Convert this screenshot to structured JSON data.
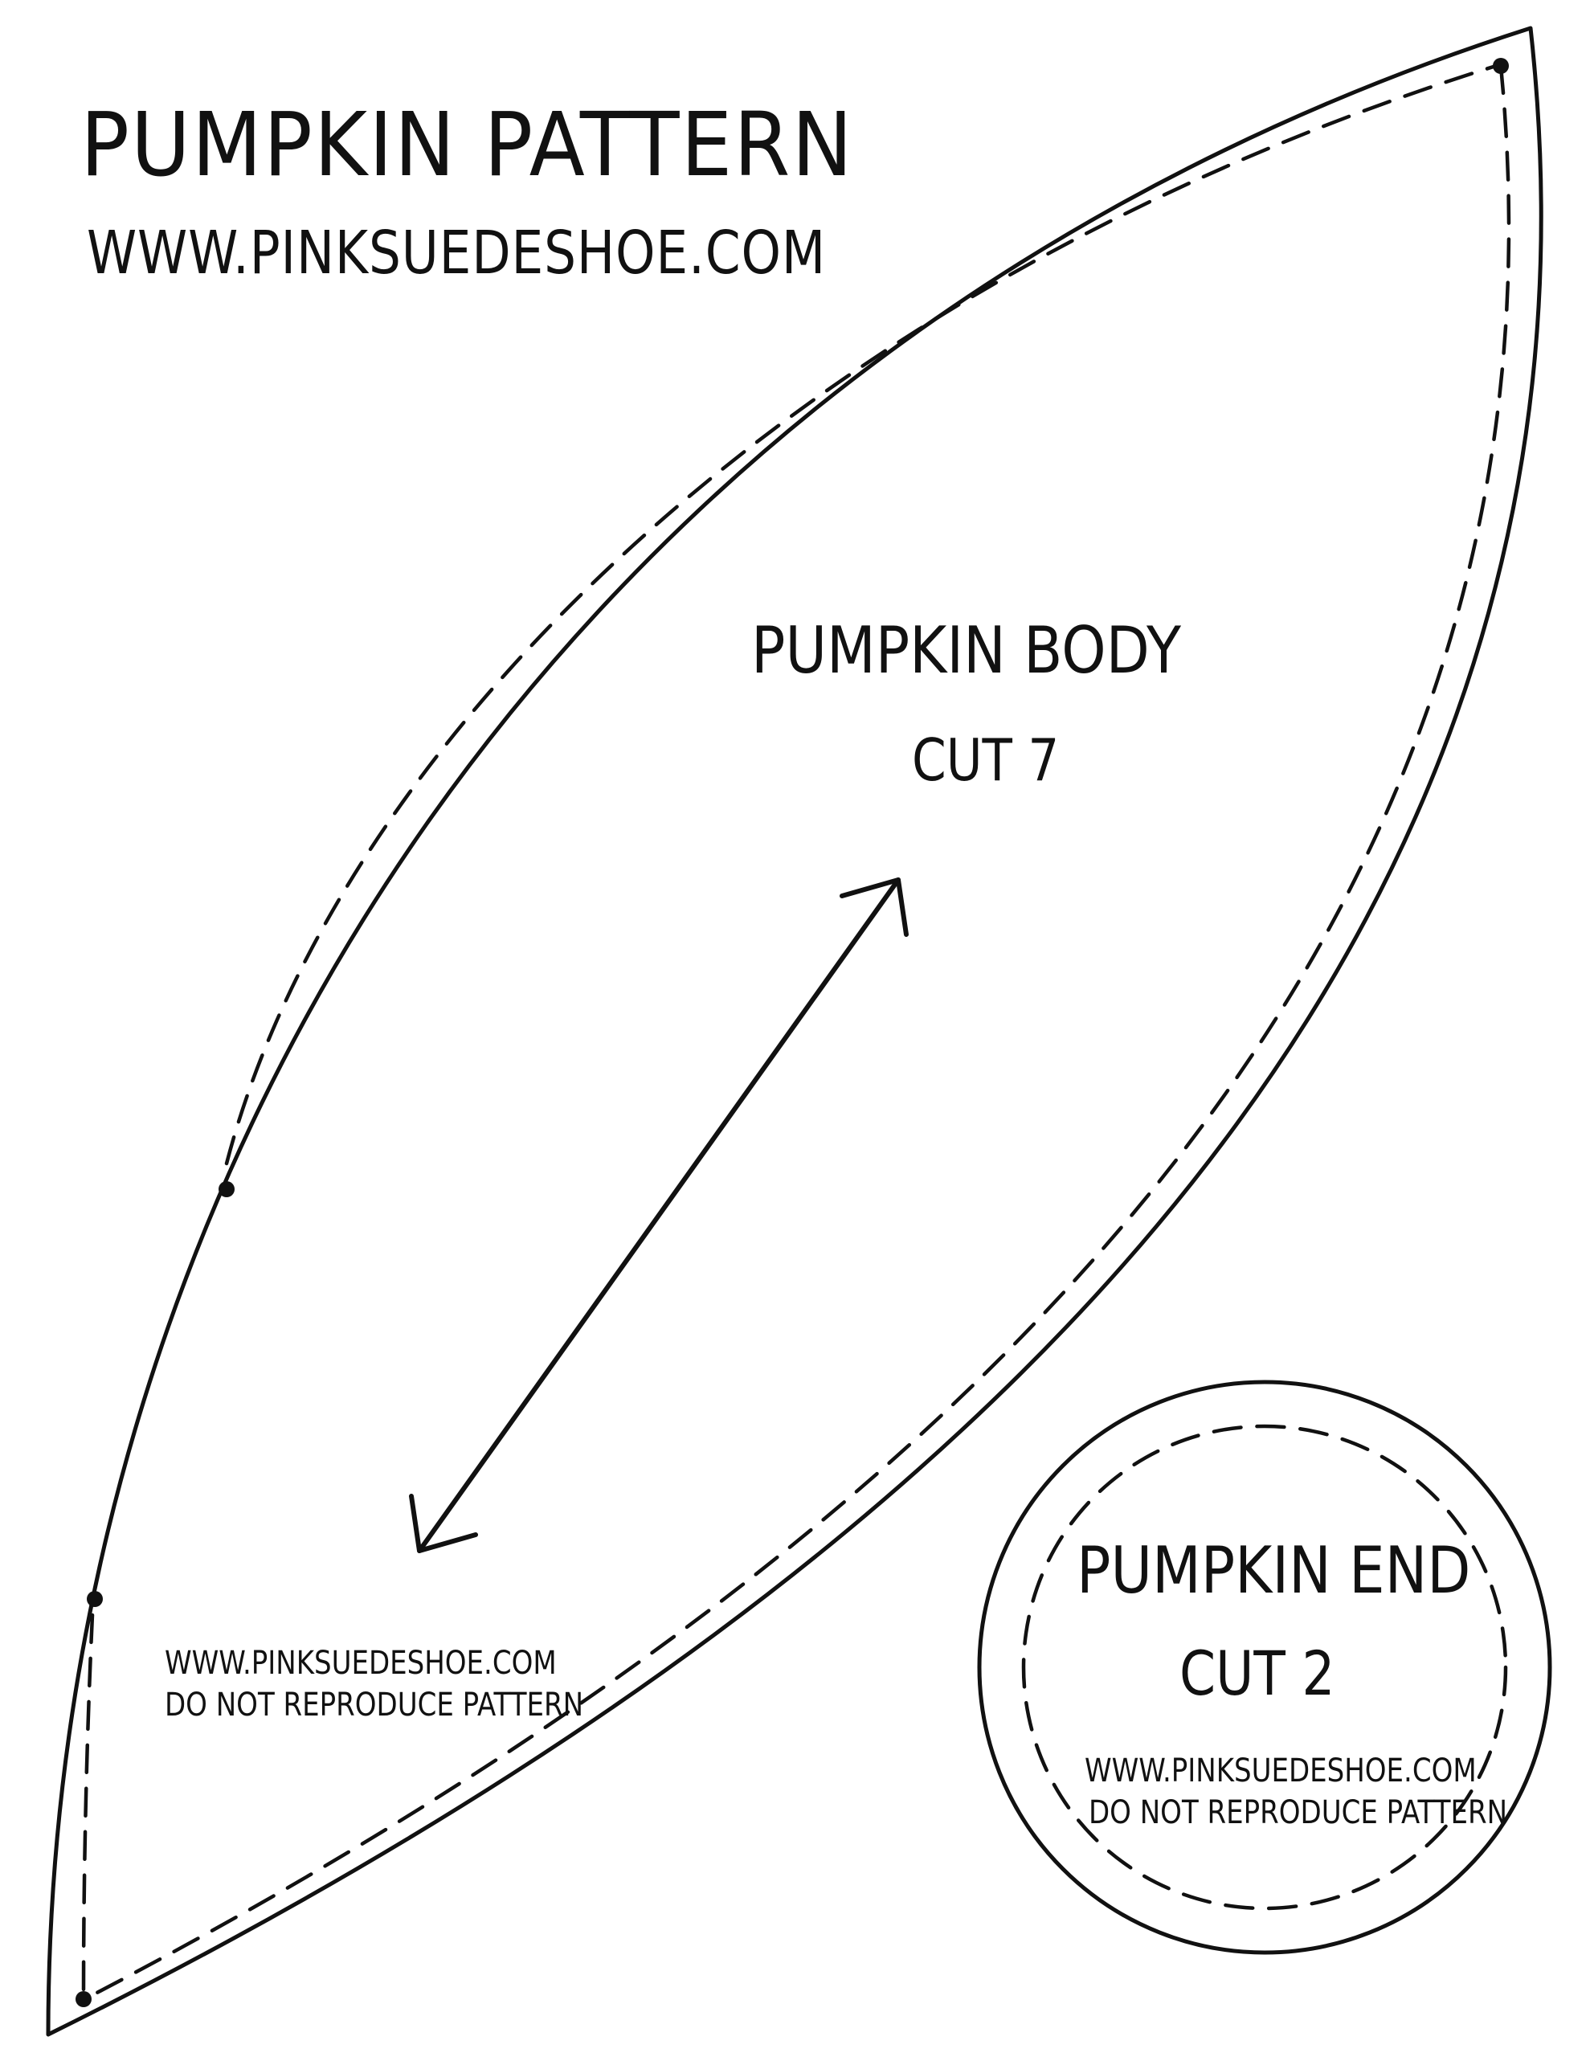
{
  "header": {
    "title": "PUMPKIN PATTERN",
    "url": "WWW.PINKSUEDESHOE.COM"
  },
  "pieces": [
    {
      "label": "PUMPKIN BODY",
      "cut": "CUT 7",
      "url": "WWW.PINKSUEDESHOE.COM",
      "note": "DO NOT REPRODUCE PATTERN"
    },
    {
      "label": "PUMPKIN END",
      "cut": "CUT 2",
      "url": "WWW.PINKSUEDESHOE.COM",
      "note": "DO NOT REPRODUCE PATTERN"
    }
  ],
  "colors": {
    "ink": "#111111",
    "paper": "#ffffff"
  }
}
